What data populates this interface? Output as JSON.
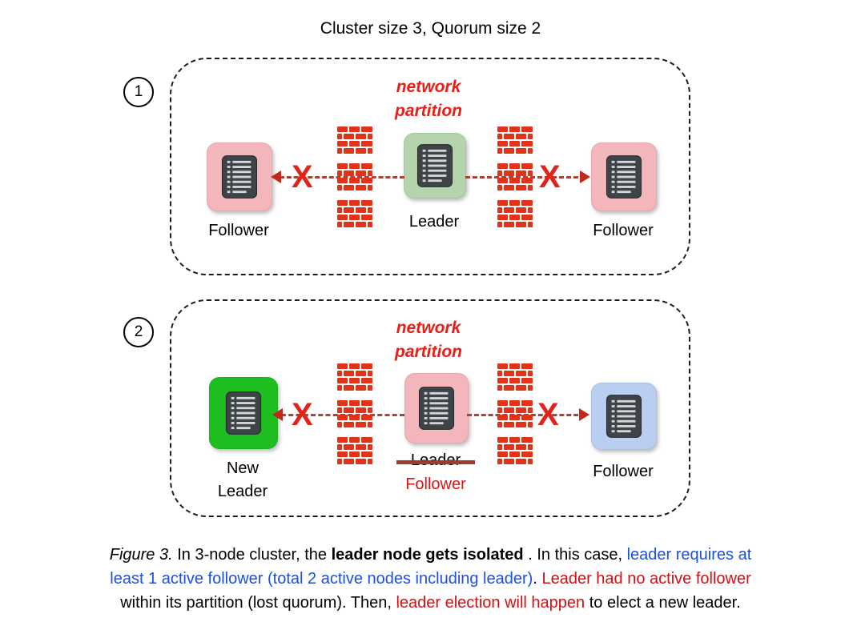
{
  "title": "Cluster size 3, Quorum size 2",
  "x_mark": "X",
  "colors": {
    "brick_red": "#e23318",
    "partition_text_red": "#ed1c16",
    "follower_pink": "#f3b6ba",
    "leader_green": "#b5d4ae",
    "new_leader_green": "#1fbe20",
    "follower_blue": "#b9cef1",
    "caption_blue": "#1d4fe0",
    "caption_red": "#d40f12"
  },
  "panels": [
    {
      "number": "1",
      "partition_label": [
        "network",
        "partition"
      ],
      "nodes": [
        {
          "label": "Follower"
        },
        {
          "label": "Leader"
        },
        {
          "label": "Follower"
        }
      ]
    },
    {
      "number": "2",
      "partition_label": [
        "network",
        "partition"
      ],
      "nodes": [
        {
          "label_line1": "New",
          "label_line2": "Leader"
        },
        {
          "old_label": "Leader",
          "new_label": "Follower"
        },
        {
          "label": "Follower"
        }
      ]
    }
  ],
  "caption": {
    "lines": [
      [
        {
          "text": "Figure 3.",
          "style": "italic"
        },
        {
          "text": " In 3-node cluster, the ",
          "style": "normal"
        },
        {
          "text": "leader node gets isolated",
          "style": "bold"
        },
        {
          "text": ". In this case, ",
          "style": "normal"
        },
        {
          "text": "leader requires at",
          "style": "blue"
        }
      ],
      [
        {
          "text": "least 1 active follower (total 2 active nodes including leader)",
          "style": "blue"
        },
        {
          "text": ". ",
          "style": "normal"
        },
        {
          "text": "Leader had no active follower",
          "style": "red"
        }
      ],
      [
        {
          "text": "within its partition (lost quorum). Then, ",
          "style": "normal"
        },
        {
          "text": "leader election will happen",
          "style": "red"
        },
        {
          "text": " to elect a new leader.",
          "style": "normal"
        }
      ]
    ]
  }
}
